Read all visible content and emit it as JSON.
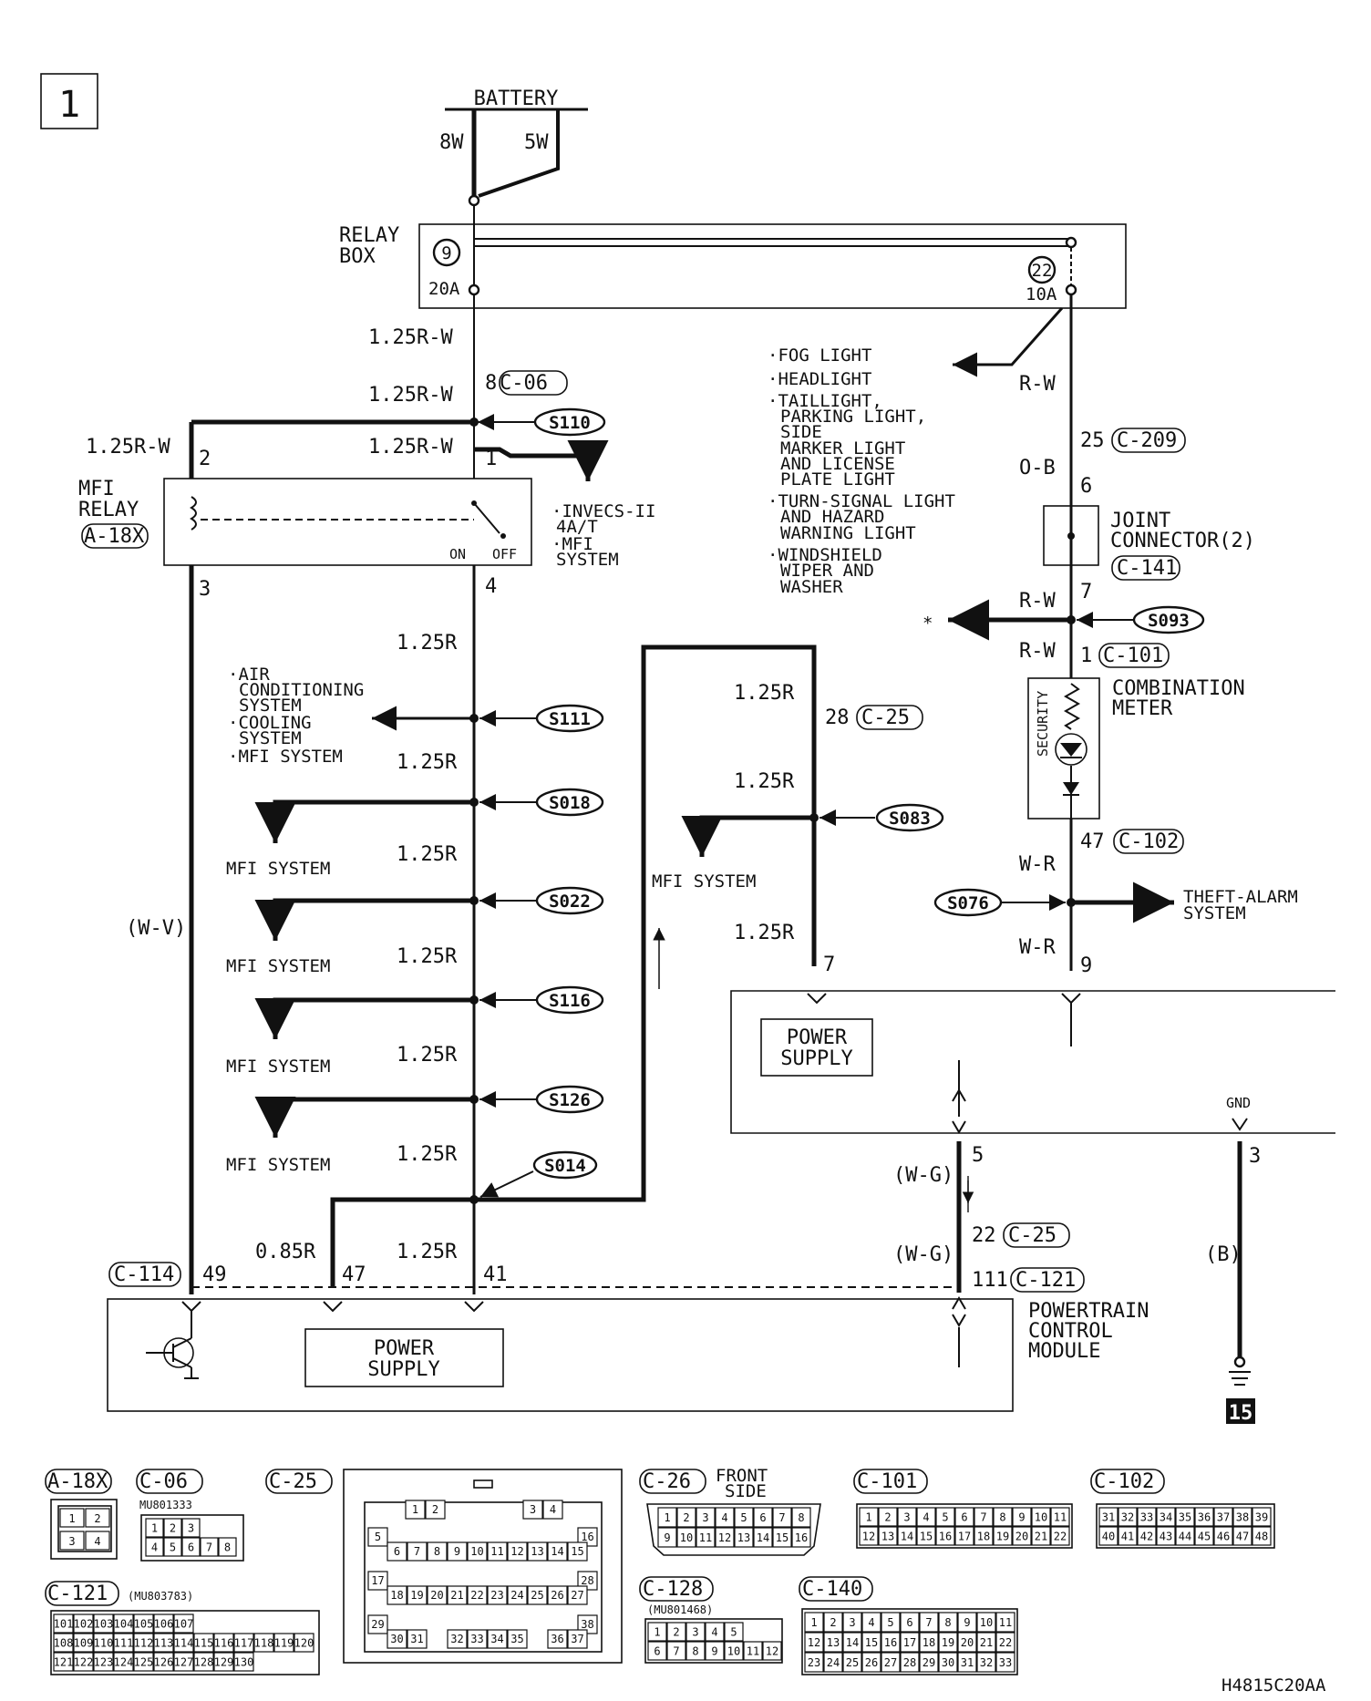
{
  "page_number": "1",
  "diagram_code": "H4815C20AA",
  "battery": {
    "label": "BATTERY",
    "wires": [
      "8W",
      "5W"
    ]
  },
  "relay_box": {
    "label_line1": "RELAY",
    "label_line2": "BOX",
    "fuse_left_num": "9",
    "fuse_left_amp": "20A",
    "fuse_right_num": "22",
    "fuse_right_amp": "10A"
  },
  "wire_labels": {
    "w1": "1.25R-W",
    "w2": "1.25R-W",
    "w3": "1.25R-W",
    "w4": "1.25R-W",
    "r1": "1.25R",
    "r2": "1.25R",
    "r3": "1.25R",
    "r4": "1.25R",
    "r5": "1.25R",
    "r6": "1.25R",
    "r7": "1.25R",
    "m1": "1.25R",
    "m2": "1.25R",
    "m3": "1.25R",
    "small": "0.85R",
    "wv": "(W-V)",
    "rw1": "R-W",
    "ob": "O-B",
    "rw2": "R-W",
    "rw3": "R-W",
    "wr1": "W-R",
    "wr2": "W-R",
    "wg1": "(W-G)",
    "wg2": "(W-G)",
    "b": "(B)"
  },
  "pins": {
    "p8": "8",
    "p2": "2",
    "p1": "1",
    "p3": "3",
    "p4": "4",
    "p28": "28",
    "p7": "7",
    "p25": "25",
    "p6": "6",
    "p7b": "7",
    "p1b": "1",
    "p47": "47",
    "p9": "9",
    "p5": "5",
    "p22": "22",
    "p111": "111",
    "p3b": "3",
    "p49": "49",
    "p47b": "47",
    "p41": "41"
  },
  "connectors": {
    "c06": "C-06",
    "c209": "C-209",
    "c141": "C-141",
    "c101": "C-101",
    "c102": "C-102",
    "c25": "C-25",
    "c25b": "C-25",
    "c121": "C-121",
    "c114": "C-114",
    "a18x": "A-18X"
  },
  "splices": [
    "S110",
    "S111",
    "S018",
    "S022",
    "S116",
    "S126",
    "S014",
    "S083",
    "S093",
    "S076"
  ],
  "components": {
    "mfi_relay_line1": "MFI",
    "mfi_relay_line2": "RELAY",
    "on": "ON",
    "off": "OFF",
    "joint_line1": "JOINT",
    "joint_line2": "CONNECTOR(2)",
    "combo_line1": "COMBINATION",
    "combo_line2": "METER",
    "security": "SECURITY",
    "power_supply_line1": "POWER",
    "power_supply_line2": "SUPPLY",
    "gnd": "GND",
    "ground_number": "15",
    "pcm_line1": "POWERTRAIN",
    "pcm_line2": "CONTROL",
    "pcm_line3": "MODULE",
    "theft_line1": "THEFT-ALARM",
    "theft_line2": "SYSTEM",
    "asterisk": "*"
  },
  "notes": {
    "invecs": [
      "·INVECS-II",
      "4A/T",
      "·MFI",
      "SYSTEM"
    ],
    "lights": [
      "·FOG LIGHT",
      "·HEADLIGHT",
      "·TAILLIGHT,",
      "PARKING LIGHT,",
      "SIDE",
      "MARKER LIGHT",
      "AND LICENSE",
      "PLATE LIGHT",
      "·TURN-SIGNAL LIGHT",
      "AND HAZARD",
      "WARNING LIGHT",
      "·WINDSHIELD",
      "WIPER AND",
      "WASHER"
    ],
    "aircon": [
      "·AIR",
      "CONDITIONING",
      "SYSTEM",
      "·COOLING",
      "SYSTEM",
      "·MFI SYSTEM"
    ],
    "mfi_system": "MFI SYSTEM"
  },
  "connector_faces": {
    "a18x": {
      "label": "A-18X",
      "cells": [
        "1",
        "2",
        "3",
        "4"
      ]
    },
    "c06": {
      "label": "C-06",
      "part": "MU801333",
      "cells": [
        "1",
        "2",
        "3",
        "4",
        "5",
        "6",
        "7",
        "8"
      ]
    },
    "c25": {
      "label": "C-25",
      "rows": [
        [
          "1",
          "2",
          "3",
          "4"
        ],
        [
          "5",
          "16"
        ],
        [
          "6",
          "7",
          "8",
          "9",
          "10",
          "11",
          "12",
          "13",
          "14",
          "15"
        ],
        [
          "17",
          "28"
        ],
        [
          "18",
          "19",
          "20",
          "21",
          "22",
          "23",
          "24",
          "25",
          "26",
          "27"
        ],
        [
          "29",
          "38"
        ],
        [
          "30",
          "31",
          "32",
          "33",
          "34",
          "35",
          "36",
          "37"
        ]
      ]
    },
    "c26": {
      "label": "C-26",
      "side_line1": "FRONT",
      "side_line2": "SIDE",
      "rows": [
        [
          "1",
          "2",
          "3",
          "4",
          "5",
          "6",
          "7",
          "8"
        ],
        [
          "9",
          "10",
          "11",
          "12",
          "13",
          "14",
          "15",
          "16"
        ]
      ]
    },
    "c101": {
      "label": "C-101",
      "rows": [
        [
          "1",
          "2",
          "3",
          "4",
          "5",
          "6",
          "7",
          "8",
          "9",
          "10",
          "11"
        ],
        [
          "12",
          "13",
          "14",
          "15",
          "16",
          "17",
          "18",
          "19",
          "20",
          "21",
          "22"
        ]
      ]
    },
    "c102": {
      "label": "C-102",
      "rows": [
        [
          "31",
          "32",
          "33",
          "34",
          "35",
          "36",
          "37",
          "38",
          "39"
        ],
        [
          "40",
          "41",
          "42",
          "43",
          "44",
          "45",
          "46",
          "47",
          "48"
        ]
      ]
    },
    "c121": {
      "label": "C-121",
      "part": "(MU803783)",
      "rows": [
        [
          "101",
          "102",
          "103",
          "104",
          "105",
          "106",
          "107"
        ],
        [
          "108",
          "109",
          "110",
          "111",
          "112",
          "113",
          "114",
          "115",
          "116",
          "117",
          "118",
          "119",
          "120"
        ],
        [
          "121",
          "122",
          "123",
          "124",
          "125",
          "126",
          "127",
          "128",
          "129",
          "130"
        ]
      ]
    },
    "c128": {
      "label": "C-128",
      "part": "(MU801468)",
      "rows": [
        [
          "1",
          "2",
          "3",
          "4",
          "5"
        ],
        [
          "6",
          "7",
          "8",
          "9",
          "10",
          "11",
          "12"
        ]
      ]
    },
    "c140": {
      "label": "C-140",
      "rows": [
        [
          "1",
          "2",
          "3",
          "4",
          "5",
          "6",
          "7",
          "8",
          "9",
          "10",
          "11"
        ],
        [
          "12",
          "13",
          "14",
          "15",
          "16",
          "17",
          "18",
          "19",
          "20",
          "21",
          "22"
        ],
        [
          "23",
          "24",
          "25",
          "26",
          "27",
          "28",
          "29",
          "30",
          "31",
          "32",
          "33"
        ]
      ]
    }
  }
}
